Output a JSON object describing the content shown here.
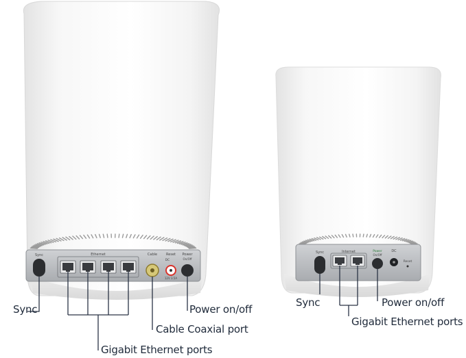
{
  "router": {
    "panel": {
      "ethernet_label": "Ethernet",
      "sync_label": "Sync",
      "cable_label": "Cable",
      "reset_label": "Reset",
      "dc_label": "DC",
      "power_label": "Power",
      "power_sub": "On/Off",
      "dc_rating": "12V 3.5A"
    },
    "callouts": {
      "sync": "Sync",
      "power": "Power on/off",
      "coax": "Cable Coaxial port",
      "ethernet": "Gigabit Ethernet ports"
    }
  },
  "satellite": {
    "panel": {
      "sync_label": "Sync",
      "internet_label": "Internet",
      "power_label": "Power",
      "power_sub": "On/Off",
      "dc_label": "DC",
      "reset_label": "Reset"
    },
    "callouts": {
      "sync": "Sync",
      "power": "Power on/off",
      "ethernet": "Gigabit Ethernet ports"
    }
  },
  "colors": {
    "device": "#ffffff",
    "panel": "#b9bcc0",
    "leader_line": "#2a3344",
    "coax_ring": "#c8b560",
    "dc_ring": "#d9322b"
  }
}
